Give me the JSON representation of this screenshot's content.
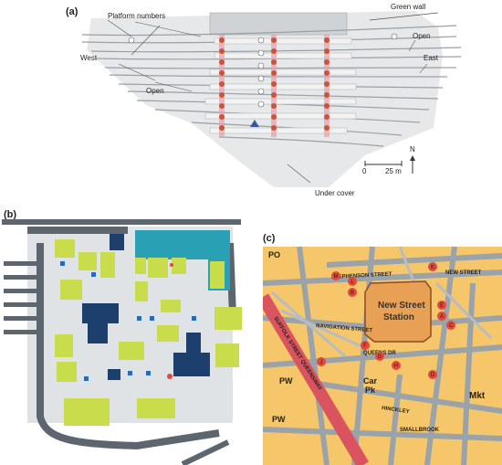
{
  "panel_a": {
    "tag": "(a)",
    "labels": {
      "platform_numbers": "Platform numbers",
      "green_wall": "Green wall",
      "open_top": "Open",
      "east": "East",
      "west": "West",
      "open_left": "Open",
      "under_cover": "Under cover",
      "north": "N",
      "scale_zero": "0",
      "scale_dist": "25 m"
    }
  },
  "panel_b": {
    "tag": "(b)"
  },
  "panel_c": {
    "tag": "(c)",
    "labels": {
      "station": "New Street",
      "station2": "Station",
      "po": "PO",
      "pw1": "PW",
      "pw2": "PW",
      "car_pk": "Car",
      "car_pk2": "Pk",
      "mkt": "Mkt",
      "stephenson": "STEPHENSON STREET",
      "navigation": "NAVIGATION STREET",
      "new_street": "NEW STREET",
      "queens": "QUEENS DR",
      "smallbrook": "SMALLBROOK",
      "hinckley": "HINCKLEY",
      "suffolk": "SUFFOLK STREET QUEENSWAY"
    },
    "markers": [
      "K",
      "M",
      "L",
      "B",
      "E",
      "A",
      "C",
      "F",
      "G",
      "H",
      "D",
      "J"
    ]
  },
  "colors": {
    "map_bg": "#f5c76a",
    "road": "#9aa2aa",
    "station_fill": "#e8a055",
    "red_road": "#d9545e",
    "marker": "#e4473b",
    "plan_teal": "#2aa0b4",
    "plan_lime": "#c9dc4c",
    "plan_navy": "#1d3f6e",
    "plan_grey": "#5d666e"
  }
}
